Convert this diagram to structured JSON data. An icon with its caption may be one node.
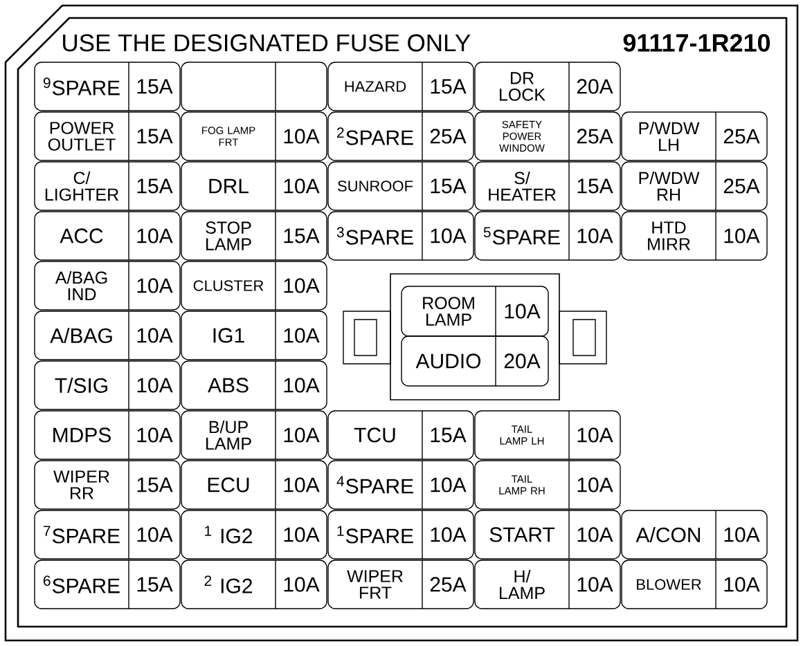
{
  "diagram": {
    "nodes": [
      {
        "text": [
          "$^{9}$SPARE",
          "15A"
        ]
      },
      {
        "text": [],
        "shape": "box"
      },
      {
        "text": [
          "HAZARD",
          "15A"
        ]
      },
      {
        "text": [
          "DR LOCK",
          "20A"
        ]
      },
      {
        "text": [
          "POWER OUTLET",
          "15A"
        ]
      },
      {
        "text": [
          "FOG LAMP FRT",
          "10A"
        ]
      },
      {
        "text": [
          "$^{2}$SPARE",
          "25A"
        ]
      },
      {
        "text": [
          "SAFETY POWER WINDOW",
          "25A"
        ]
      },
      {
        "text": [
          "P/WDW LH",
          "25A"
        ]
      },
      {
        "text": [
          "C/ LIGHTER",
          "15A"
        ]
      },
      {
        "text": [
          "DRL",
          "10A"
        ]
      },
      {
        "text": [
          "SUNROOF",
          "15A"
        ]
      },
      {
        "text": [
          "S/ HEATER",
          "15A"
        ]
      },
      {
        "text": [
          "P/WDW RH",
          "25A"
        ]
      },
      {
        "text": [
          "ACC",
          "10A"
        ]
      },
      {
        "text": [
          "STOP LAMP",
          "15A"
        ]
      },
      {
        "text": [
          "$^{3}$SPARE",
          "10A"
        ]
      },
      {
        "text": [
          "$^{5}$SPARE",
          "10A"
        ]
      },
      {
        "text": [
          "HTD MIRR",
          "10A"
        ]
      },
      {
        "text": [
          "A/BAG IND",
          "10A"
        ]
      },
      {
        "text": [
          "CLUSTER",
          "10A"
        ]
      },
      {
        "text": [],
        "shape": "box"
      },
      {
        "text": [
          "ROOM LAMP",
          "10A"
        ],
        "in": 21
      },
      {
        "text": [
          "AUDIO",
          "20A"
        ],
        "in": 21
      },
      {
        "text": [
          "A/BAG",
          "10A"
        ]
      },
      {
        "text": [
          "IG1",
          "10A"
        ]
      },
      {
        "text": [
          "T/SIG",
          "10A"
        ]
      },
      {
        "text": [
          "ABS",
          "10A"
        ]
      },
      {
        "text": [
          "MDPS",
          "10A"
        ]
      },
      {
        "text": [
          "B/UP LAMP",
          "10A"
        ]
      },
      {
        "text": [
          "TCU",
          "15A"
        ]
      },
      {
        "text": [
          "TAIL LAMP LH",
          "10A"
        ]
      },
      {
        "text": [
          "WIPER RR",
          "15A"
        ]
      },
      {
        "text": [
          "ECU",
          "10A"
        ]
      },
      {
        "text": [
          "$^{4}$SPARE",
          "10A"
        ]
      },
      {
        "text": [
          "TAIL LAMP RH",
          "10A"
        ]
      },
      {
        "text": [
          "$^{7}$SPARE",
          "10A"
        ]
      },
      {
        "text": [
          "$^{1}$ IG2",
          "10A"
        ]
      },
      {
        "text": [
          "$^{1}$SPARE",
          "10A"
        ]
      },
      {
        "text": [
          "START",
          "10A"
        ]
      },
      {
        "text": [
          "A/CON",
          "10A"
        ]
      },
      {
        "text": [
          "$^{6}$SPARE",
          "15A"
        ]
      },
      {
        "text": [
          "$^{2}$ IG2",
          "10A"
        ]
      },
      {
        "text": [
          "WIPER FRT",
          "25A"
        ]
      },
      {
        "text": [
          "H/ LAMP",
          "10A"
        ]
      },
      {
        "text": [
          "BLOWER",
          "10A"
        ]
      }
    ],
    "labels": [
      "USE THE DESIGNATED FUSE ONLY",
      "91117-1R210"
    ]
  }
}
